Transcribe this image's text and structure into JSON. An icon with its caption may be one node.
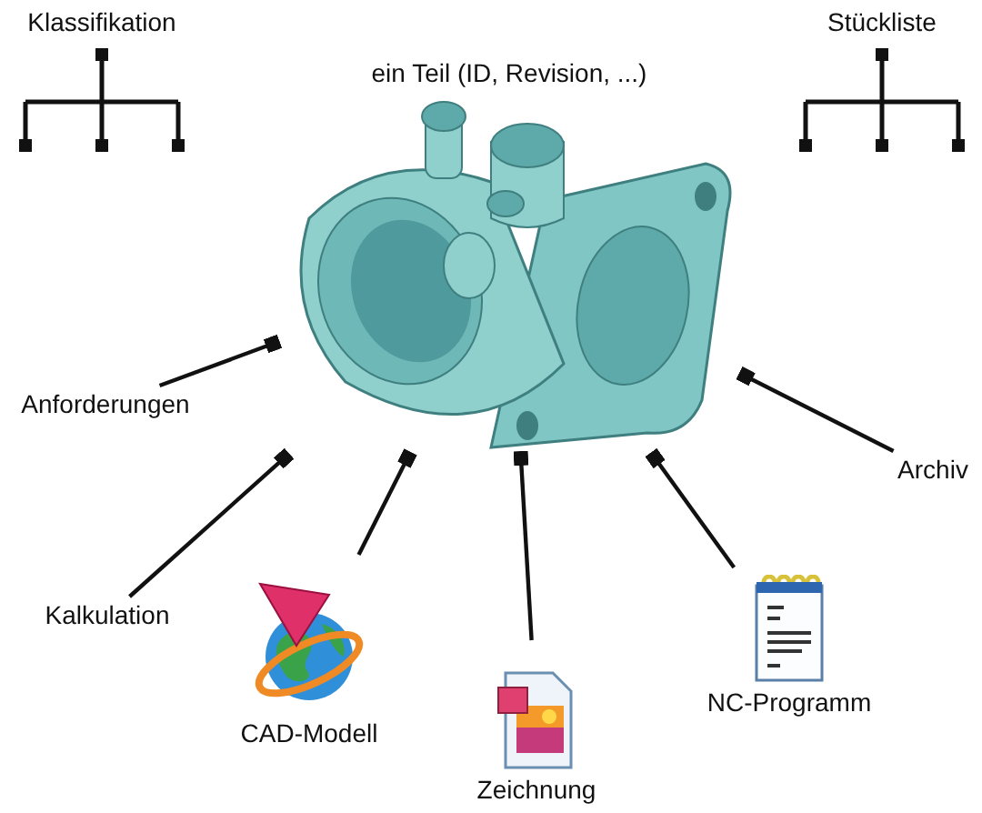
{
  "diagram": {
    "nodes": [
      {
        "text": [
          "ein Teil (ID, Revision, ...)"
        ]
      },
      {
        "text": [
          "Klassifikation"
        ]
      },
      {
        "text": [
          "Stückliste"
        ]
      },
      {
        "text": [
          "Anforderungen"
        ]
      },
      {
        "text": [
          "Kalkulation"
        ]
      },
      {
        "text": [
          "CAD-Modell"
        ]
      },
      {
        "text": [
          "Zeichnung"
        ]
      },
      {
        "text": [
          "NC-Programm"
        ]
      },
      {
        "text": [
          "Archiv"
        ]
      }
    ],
    "edges": [
      {
        "from": 3,
        "to": 0,
        "arrow": "other"
      },
      {
        "from": 4,
        "to": 0,
        "arrow": "other"
      },
      {
        "from": 5,
        "to": 0,
        "arrow": "other"
      },
      {
        "from": 6,
        "to": 0,
        "arrow": "other"
      },
      {
        "from": 7,
        "to": 0,
        "arrow": "other"
      },
      {
        "from": 8,
        "to": 0,
        "arrow": "other"
      }
    ]
  }
}
